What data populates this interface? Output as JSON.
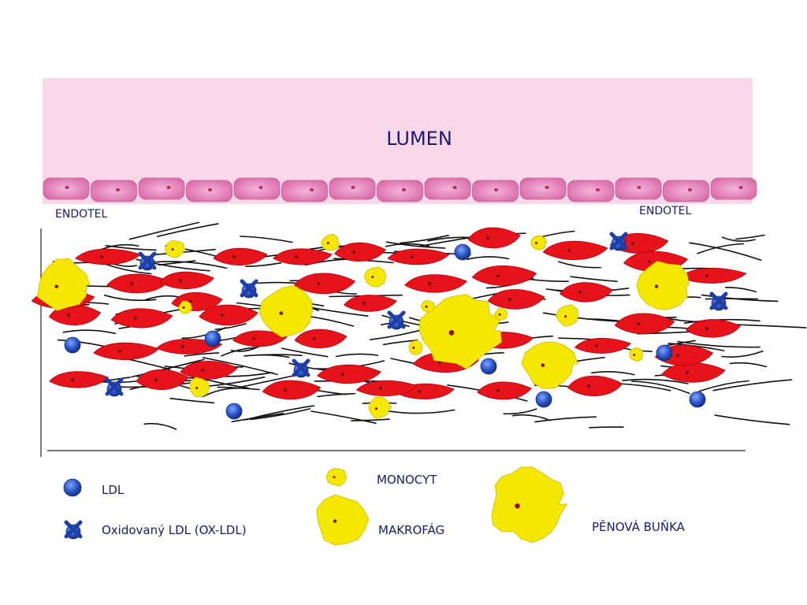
{
  "lumen": {
    "label": "LUMEN"
  },
  "endothelium": {
    "label_left": "ENDOTEL",
    "label_right": "ENDOTEL"
  },
  "legend": {
    "ldl": "LDL",
    "ox_ldl": "Oxidovaný LDL (OX-LDL)",
    "monocyte": "MONOCYT",
    "macrophage": "MAKROFÁG",
    "foam_cell": "PĚNOVÁ BUŇKA"
  },
  "colors": {
    "lumen": "#f8d8e8",
    "endothelial_cell": "#e07ab8",
    "smooth_muscle_cell": "#e8121a",
    "monocyte": "#f5e800",
    "ldl": "#2a55c8",
    "fiber": "#111111",
    "text": "#1a1a6e"
  }
}
